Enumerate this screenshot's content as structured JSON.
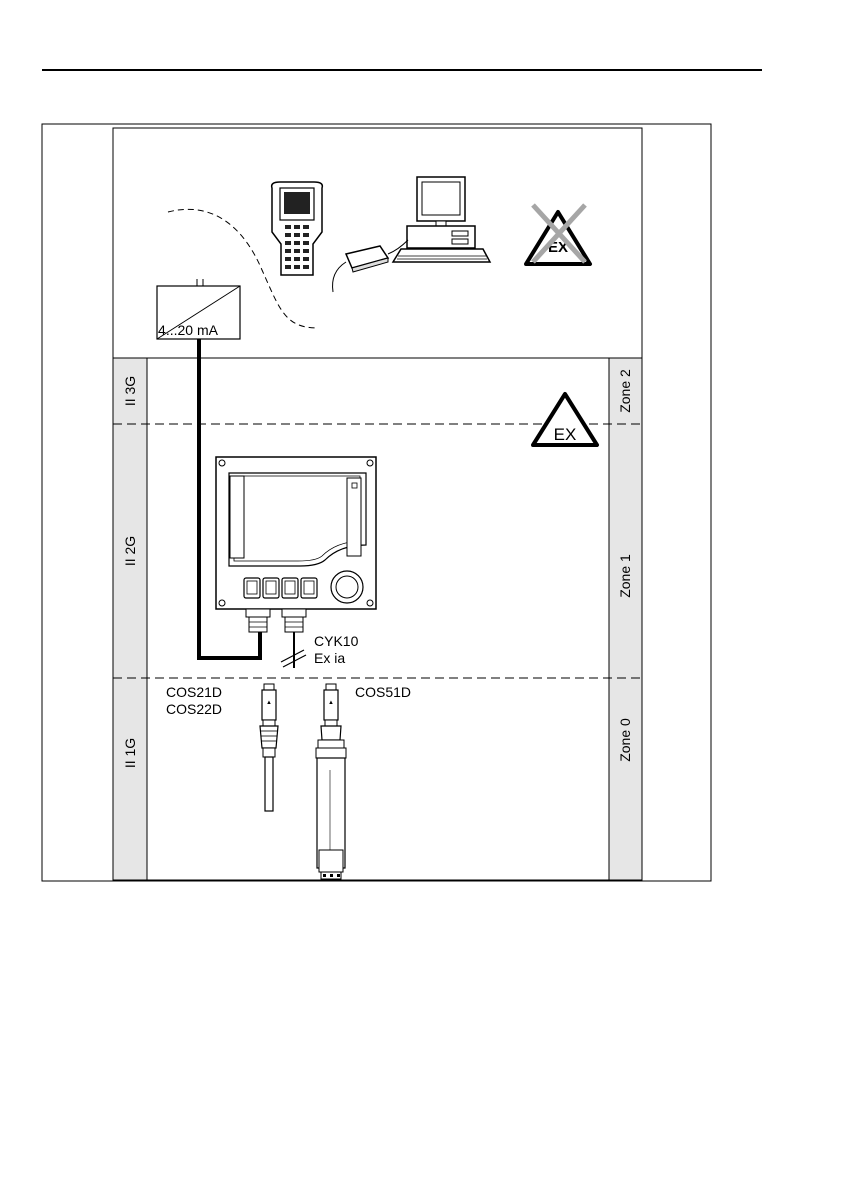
{
  "diagram": {
    "output_label": "4...20 mA",
    "cable_label_1": "CYK10",
    "cable_label_2": "Ex ia",
    "sensor_left_1": "COS21D",
    "sensor_left_2": "COS22D",
    "sensor_right": "COS51D",
    "ex_symbol": "EX",
    "zones_left": {
      "z2": "II 3G",
      "z1": "II 2G",
      "z0": "II 1G"
    },
    "zones_right": {
      "z2": "Zone 2",
      "z1": "Zone 1",
      "z0": "Zone 0"
    }
  },
  "colors": {
    "zone_band": "#e6e6e6",
    "line": "#000000",
    "cross": "#a6a6a6"
  },
  "icons": [
    "handheld-terminal-icon",
    "pc-icon",
    "modem-icon",
    "ex-warning-icon",
    "ex-warning-crossed-icon",
    "transmitter-icon",
    "sensor-icon"
  ]
}
